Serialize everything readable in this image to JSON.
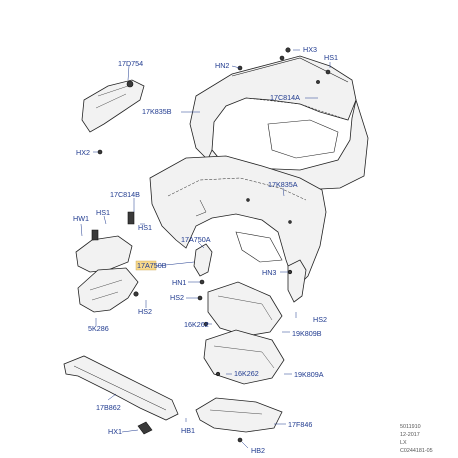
{
  "labels": {
    "hx3": "HX3",
    "hs1_top": "HS1",
    "hn2": "HN2",
    "p17d754": "17D754",
    "p17c814a": "17C814A",
    "p17k835b": "17K835B",
    "hx2": "HX2",
    "p17k835a": "17K835A",
    "p17c814b": "17C814B",
    "hw1": "HW1",
    "hs1_left": "HS1",
    "hs1_mid": "HS1",
    "p17a750a": "17A750A",
    "p17a750b": "17A750B",
    "hn1": "HN1",
    "hs2_mid": "HS2",
    "hn3": "HN3",
    "hs2_right": "HS2",
    "hs2_left": "HS2",
    "p16k262_a": "16K262",
    "p19k809b": "19K809B",
    "p5k286": "5K286",
    "p16k262_b": "16K262",
    "p19k809a": "19K809A",
    "p17b862": "17B862",
    "hx1": "HX1",
    "hb1": "HB1",
    "p17f846": "17F846",
    "hb2": "HB2"
  },
  "meta": {
    "line1": "5011910",
    "line2": "12-2017",
    "line3": "LX",
    "line4": "C0244181-05"
  },
  "colors": {
    "label_text": "#1f3a8f",
    "highlight_fill": "#f7d98c",
    "line": "#222222"
  }
}
